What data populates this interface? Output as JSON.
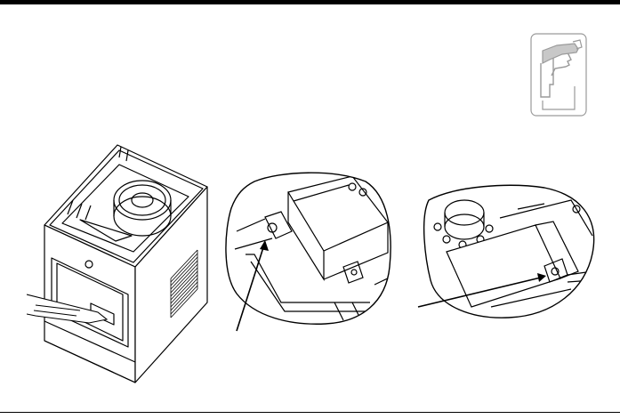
{
  "page": {
    "icon": "gloved-hand-icon",
    "figures": [
      {
        "name": "printer-overview",
        "desc_icon": "printer-illustration"
      },
      {
        "name": "detail-left",
        "desc_icon": "magnified-bracket-left"
      },
      {
        "name": "detail-right",
        "desc_icon": "magnified-bracket-right"
      }
    ]
  }
}
